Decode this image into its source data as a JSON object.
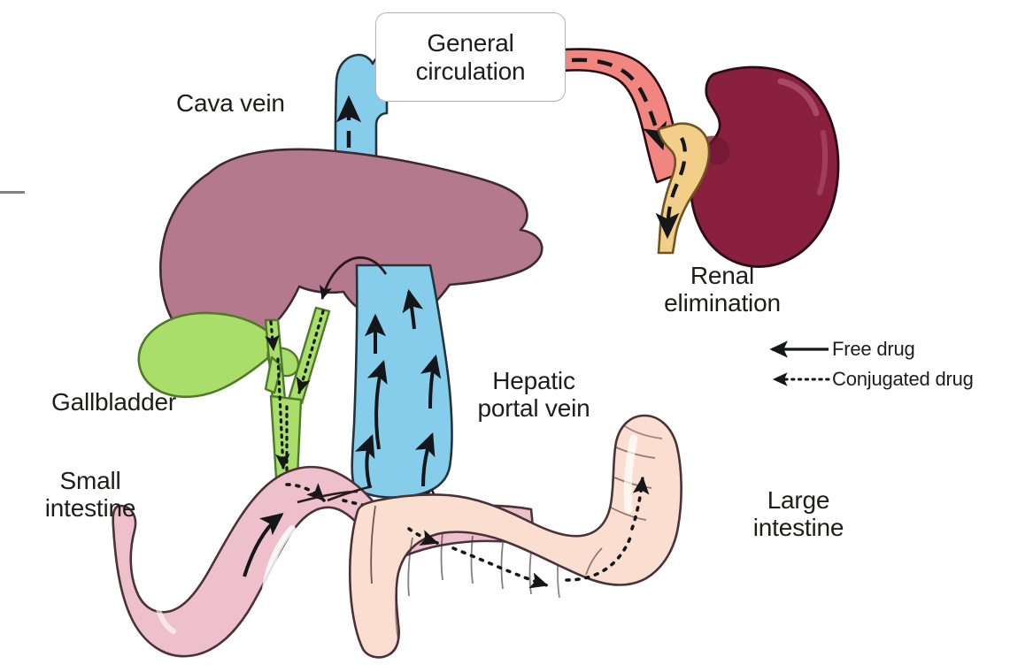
{
  "figure": {
    "title_box": {
      "label": "General\ncirculation"
    },
    "labels": {
      "cava_vein": "Cava vein",
      "gallbladder": "Gallbladder",
      "small_intestine": "Small\nintestine",
      "hepatic_portal_vein": "Hepatic\nportal vein",
      "large_intestine": "Large\nintestine",
      "renal_elimination": "Renal\nelimination"
    },
    "legend": {
      "items": [
        {
          "key_icon": "solid-arrow-left-icon",
          "label": "Free drug",
          "style": "solid"
        },
        {
          "key_icon": "dotted-arrow-left-icon",
          "label": "Conjugated drug",
          "style": "dotted"
        }
      ]
    },
    "colors": {
      "liver": "#b5798e",
      "liver_stroke": "#3c2a30",
      "gallbladder": "#aade6a",
      "bile_duct": "#aade6a",
      "bile_duct_stroke": "#4f7a2a",
      "portal_vein": "#86cdeb",
      "cava_vein": "#86cdeb",
      "vein_stroke": "#23343c",
      "kidney": "#8a2040",
      "kidney_stroke": "#2b0c16",
      "renal_artery": "#f1857f",
      "renal_artery_stroke": "#2b0c16",
      "ureter": "#f2ce88",
      "ureter_stroke": "#6d5420",
      "small_intestine": "#eec0cc",
      "small_intestine_stroke": "#4a3238",
      "large_intestine": "#fadfd0",
      "large_intestine_stroke": "#4a3238",
      "arrow": "#14161a",
      "box_border": "#b4b4b4",
      "background": "#ffffff",
      "tick": "#808080"
    },
    "flows": [
      {
        "name": "cava-vein-outflow",
        "style": "dashed",
        "meaning": "conjugated drug to general circulation",
        "direction": "up"
      },
      {
        "name": "renal-artery-inflow",
        "style": "dashed",
        "meaning": "conjugated drug to kidney",
        "direction": "right-down"
      },
      {
        "name": "ureter-outflow",
        "style": "dashed",
        "meaning": "renal elimination",
        "direction": "down"
      },
      {
        "name": "portal-vein-inflow",
        "style": "solid",
        "meaning": "free drug from gut to liver",
        "direction": "up"
      },
      {
        "name": "liver-uptake",
        "style": "solid",
        "meaning": "free drug entering liver",
        "direction": "left-down"
      },
      {
        "name": "bile-duct-outflow",
        "style": "dotted",
        "meaning": "conjugated drug in bile to gut",
        "direction": "down"
      },
      {
        "name": "small-intestine-absorption",
        "style": "solid",
        "meaning": "free drug absorbed",
        "direction": "up-right"
      },
      {
        "name": "small-intestine-transit",
        "style": "dotted",
        "meaning": "conjugated drug transit",
        "direction": "right"
      },
      {
        "name": "large-intestine-transit",
        "style": "dotted",
        "meaning": "conjugated drug transit",
        "direction": "right-up"
      }
    ]
  }
}
